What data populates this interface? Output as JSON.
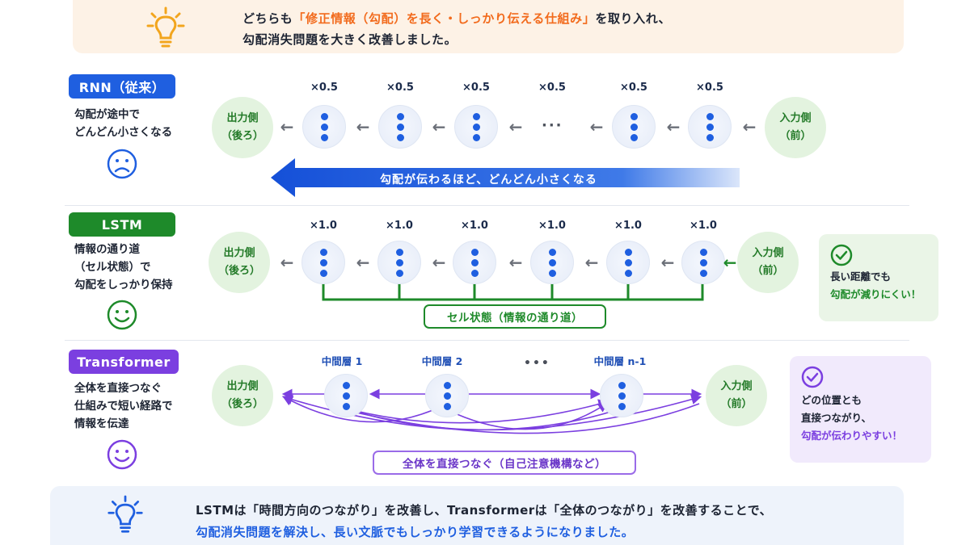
{
  "top_banner": {
    "line1_pre": "どちらも",
    "line1_hl": "「修正情報（勾配）を長く・しっかり伝える仕組み」",
    "line1_post": "を取り入れ、",
    "line2": "勾配消失問題を大きく改善しました。"
  },
  "rnn": {
    "badge": "RNN（従来）",
    "desc": [
      "勾配が途中で",
      "どんどん小さくなる"
    ],
    "output_label": [
      "出力側",
      "（後ろ）"
    ],
    "input_label": [
      "入力側",
      "（前）"
    ],
    "multipliers": [
      "×0.5",
      "×0.5",
      "×0.5",
      "×0.5",
      "×0.5",
      "×0.5"
    ],
    "ellipsis": "···",
    "flow_text": "勾配が伝わるほど、どんどん小さくなる"
  },
  "lstm": {
    "badge": "LSTM",
    "desc": [
      "情報の通り道",
      "（セル状態）で",
      "勾配をしっかり保持"
    ],
    "output_label": [
      "出力側",
      "（後ろ）"
    ],
    "input_label": [
      "入力側",
      "（前）"
    ],
    "multipliers": [
      "×1.0",
      "×1.0",
      "×1.0",
      "×1.0",
      "×1.0",
      "×1.0"
    ],
    "cell_state": "セル状態（情報の通り道）",
    "note": [
      "長い距離でも",
      "勾配が減りにくい！"
    ]
  },
  "transformer": {
    "badge": "Transformer",
    "desc": [
      "全体を直接つなぐ",
      "仕組みで短い経路で",
      "情報を伝達"
    ],
    "output_label": [
      "出力側",
      "（後ろ）"
    ],
    "input_label": [
      "入力側",
      "（前）"
    ],
    "layers": [
      "中間層 1",
      "中間層 2",
      "中間層 n-1"
    ],
    "ellipsis": "•••",
    "connect_label": "全体を直接つなぐ（自己注意機構など）",
    "note": [
      "どの位置とも",
      "直接つながり、",
      "勾配が伝わりやすい！"
    ]
  },
  "bottom": {
    "line1": "LSTMは「時間方向のつながり」を改善し、Transformerは「全体のつながり」を改善することで、",
    "line2": "勾配消失問題を解決し、長い文脈でもしっかり学習できるようになりました。"
  },
  "colors": {
    "rnn_blue": "#1f5fe0",
    "lstm_green": "#1e8a2a",
    "transformer_purple": "#7b3fe0",
    "highlight_orange": "#f26b1d",
    "endpoint_bg": "#e3f3df"
  }
}
